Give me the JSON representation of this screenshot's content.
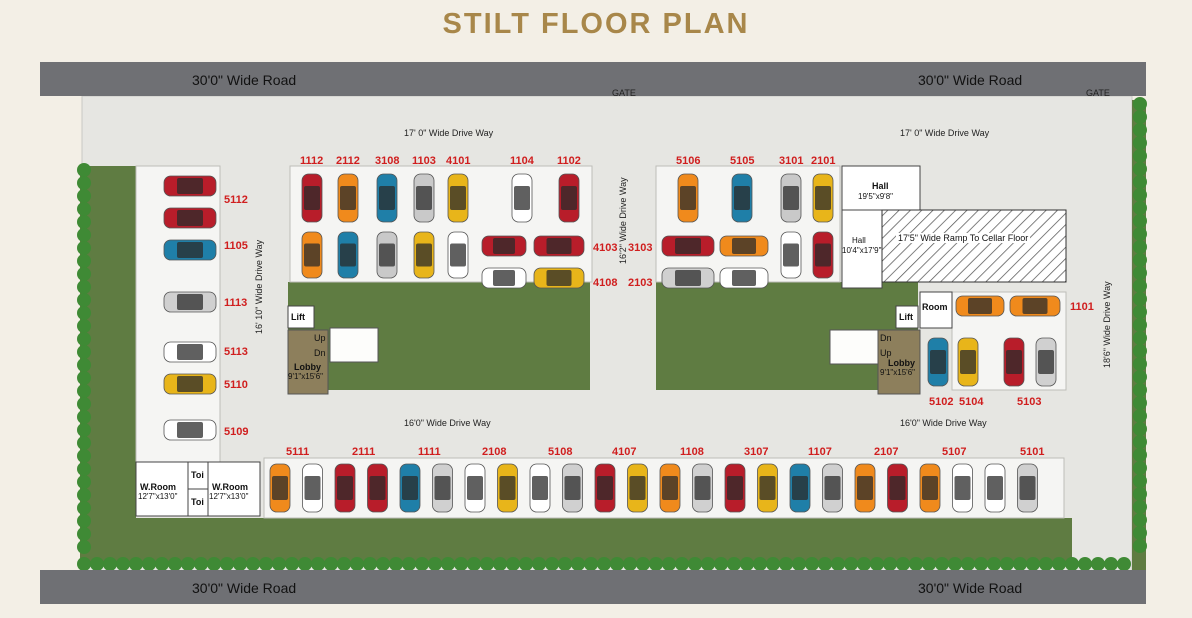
{
  "title": "STILT FLOOR PLAN",
  "roads": {
    "top_left": "30'0\" Wide Road",
    "top_right": "30'0\" Wide Road",
    "bottom_left": "30'0\" Wide Road",
    "bottom_right": "30'0\" Wide Road"
  },
  "gates": {
    "left": "GATE",
    "right": "GATE"
  },
  "driveways": {
    "top_left": "17' 0\" Wide Drive Way",
    "top_right": "17' 0\" Wide Drive Way",
    "middle_left": "16'0\" Wide Drive Way",
    "middle_right": "16'0\" Wide Drive Way",
    "left_vertical": "16' 10\" Wide Drive Way",
    "center_vertical": "16'2\" Wide Drive Way",
    "right_vertical": "18'6\" Wide Drive Way"
  },
  "rooms": {
    "lift_left": "Lift",
    "lift_right": "Lift",
    "up_left": "Up",
    "dn_left": "Dn",
    "dn_right": "Dn",
    "up_right": "Up",
    "lobby_left_name": "Lobby",
    "lobby_left_size": "9'1\"x15'6\"",
    "lobby_right_name": "Lobby",
    "lobby_right_size": "9'1\"x15'6\"",
    "hall_a_name": "Hall",
    "hall_a_size": "19'5\"x9'8\"",
    "hall_b_name": "Hall",
    "hall_b_size": "10'4\"x17'9\"",
    "ramp": "17'5\" Wide Ramp To Cellar Floor",
    "room": "Room",
    "wroom_a_name": "W.Room",
    "wroom_a_size": "12'7\"x13'0\"",
    "wroom_b_name": "W.Room",
    "wroom_b_size": "12'7\"x13'0\"",
    "toi_a": "Toi",
    "toi_b": "Toi"
  },
  "unit_numbers": {
    "top_left_row": [
      "1112",
      "2112",
      "3108",
      "1103",
      "4101",
      "1104",
      "1102"
    ],
    "top_right_row": [
      "5106",
      "5105",
      "3101",
      "2101"
    ],
    "left_column": [
      "5112",
      "1105",
      "1113",
      "5113",
      "5110",
      "5109"
    ],
    "mid_left_side": [
      "4103",
      "4108"
    ],
    "mid_right_side": [
      "3103",
      "2103"
    ],
    "right_block": [
      "1101"
    ],
    "right_bottom": [
      "5102",
      "5104",
      "5103"
    ],
    "bottom_row": [
      "5111",
      "2111",
      "1111",
      "2108",
      "5108",
      "4107",
      "1108",
      "3107",
      "1107",
      "2107",
      "5107",
      "5101"
    ]
  },
  "colors": {
    "road": "#6f7074",
    "pavement": "#e6e6e2",
    "grass": "#5c7a40",
    "tree": "#3f8a35",
    "title": "#a8874a",
    "unit_number": "#d01e1e",
    "lobby": "#8d7f5c"
  }
}
